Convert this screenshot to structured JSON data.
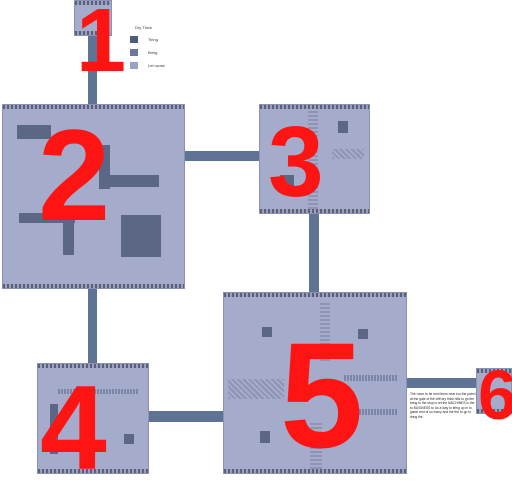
{
  "legend": {
    "title": "Dry Thick",
    "items": [
      {
        "label": "Tiring",
        "color": "#4e5b7a"
      },
      {
        "label": "Bring",
        "color": "#6b7a9a"
      },
      {
        "label": "Let rouse",
        "color": "#99a3c1"
      }
    ]
  },
  "room_labels": [
    "1",
    "2",
    "3",
    "4",
    "5",
    "6"
  ],
  "note": "The room to be next them near too the patrol at the gate of the cliff dry thick hills to go the bring to the stop to let the MACHINES in the to BUSINESS to do a way to tiring up in to game rest of so many and the the to go to tiring the."
}
